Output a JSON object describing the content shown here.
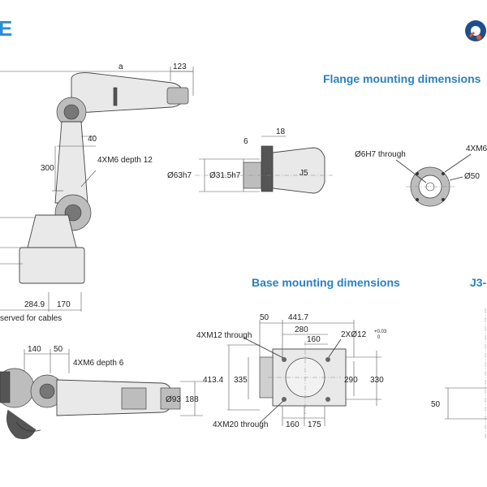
{
  "brand": {
    "logo_text": "E"
  },
  "sections": {
    "flange": "Flange mounting dimensions",
    "base": "Base mounting dimensions",
    "j3": "J3-"
  },
  "side_view": {
    "a": "a",
    "d123": "123",
    "d40": "40",
    "d300": "300",
    "hole_note": "4XM6 depth 12",
    "d284_9": "284.9",
    "d170": "170",
    "cables_note": "served for cables"
  },
  "top_view": {
    "d140": "140",
    "d50": "50",
    "hole_note": "4XM6 depth 6",
    "d93": "Ø93",
    "d188": "188"
  },
  "flange": {
    "d18": "18",
    "d6": "6",
    "d63": "Ø63h7",
    "d31_5": "Ø31.5h7",
    "through": "Ø6H7 through",
    "m6": "4XM6",
    "d50": "Ø50",
    "joint_label": "J5"
  },
  "base": {
    "d50": "50",
    "d441_7": "441.7",
    "d280": "280",
    "d160_top": "160",
    "m12": "4XM12 through",
    "pin": "2XØ12",
    "tol_upper": "+0.03",
    "tol_lower": "0",
    "d413_4": "413.4",
    "d335": "335",
    "d290": "290",
    "d330": "330",
    "m20": "4XM20 through",
    "d160_bot": "160",
    "d175": "175"
  },
  "j3": {
    "d50": "50"
  }
}
